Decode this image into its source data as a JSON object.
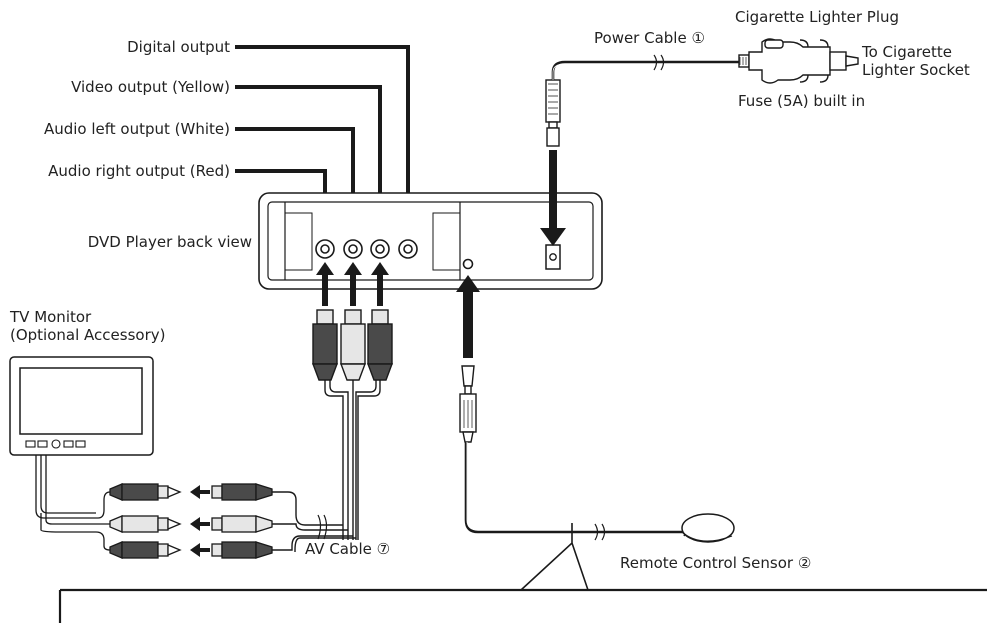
{
  "labels": {
    "digital_output": "Digital output",
    "video_output": "Video output (Yellow)",
    "audio_left_output": "Audio left output (White)",
    "audio_right_output": "Audio right output (Red)",
    "dvd_back_view": "DVD Player back view",
    "tv_monitor_line1": "TV Monitor",
    "tv_monitor_line2": "(Optional Accessory)",
    "power_cable": "Power Cable ①",
    "cigarette_plug": "Cigarette Lighter Plug",
    "to_socket_line1": "To Cigarette",
    "to_socket_line2": "Lighter Socket",
    "fuse": "Fuse (5A) built in",
    "av_cable": "AV Cable ⑦",
    "remote_sensor": "Remote Control Sensor ②"
  },
  "colors": {
    "line": "#1a1a1a",
    "plug_dark": "#4a4a4a",
    "plug_light": "#e6e6e6"
  }
}
